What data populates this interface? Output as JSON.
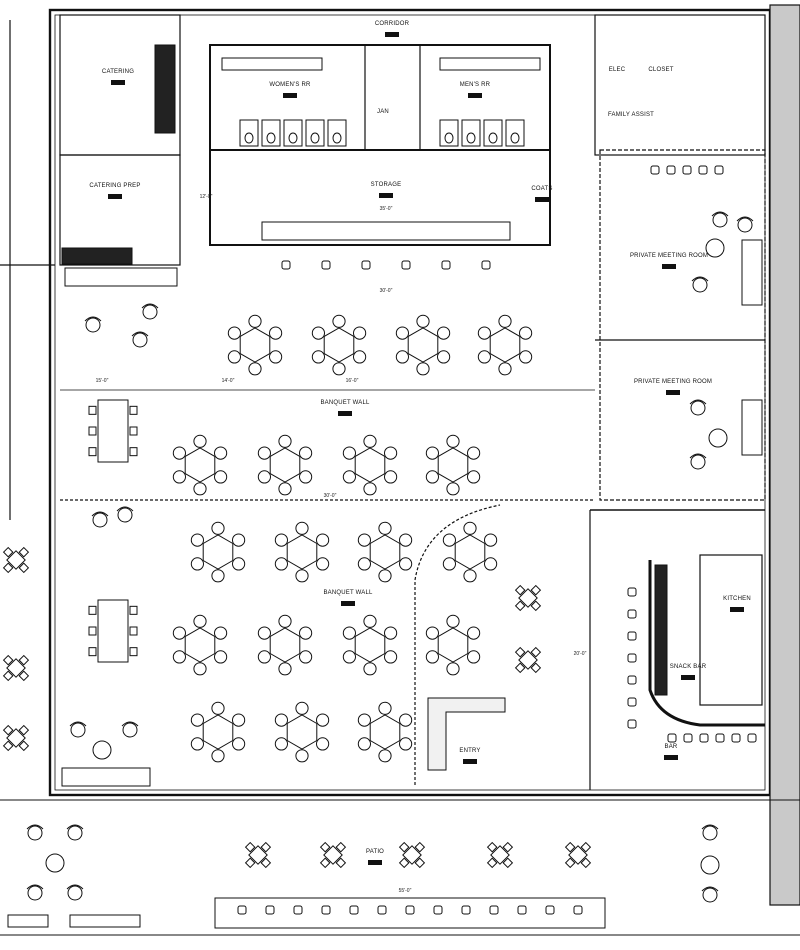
{
  "labels": {
    "corridor": "CORRIDOR",
    "womens_rr": "WOMEN'S RR",
    "mens_rr": "MEN'S RR",
    "jan": "JAN",
    "catering": "CATERING",
    "catering_prep": "CATERING PREP",
    "storage": "STORAGE",
    "coats": "COATS",
    "elec": "ELEC",
    "closet": "CLOSET",
    "family_assist": "FAMILY ASSIST",
    "private_meeting_1": "PRIVATE MEETING ROOM",
    "private_meeting_2": "PRIVATE MEETING ROOM",
    "banquet_wall_1": "BANQUET WALL",
    "banquet_wall_2": "BANQUET WALL",
    "snack_bar": "SNACK BAR",
    "kitchen": "KITCHEN",
    "bar": "BAR",
    "entry": "ENTRY",
    "patio": "PATIO"
  },
  "dimensions": {
    "storage_width": "35'-0\"",
    "counter_width": "30'-0\"",
    "room_height_1": "12'-0\"",
    "band_a": "15'-0\"",
    "band_b": "14'-0\"",
    "band_c": "16'-0\"",
    "band_d": "30'-0\"",
    "right_height": "20'-0\"",
    "bottom_width": "55'-0\""
  },
  "colors": {
    "line": "#111111",
    "fill": "#ffffff",
    "wall_gray": "#c9c9c9"
  }
}
